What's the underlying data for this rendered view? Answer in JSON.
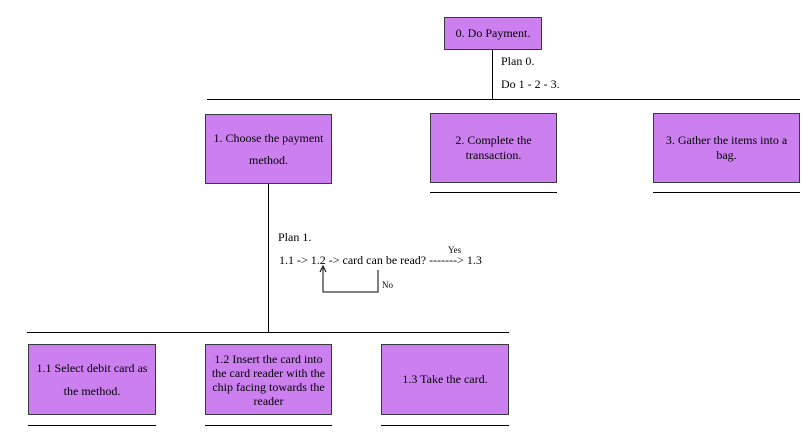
{
  "colors": {
    "box_fill": "#cc80f0",
    "box_border": "#36393d",
    "line": "#000000"
  },
  "root": {
    "label": "0. Do Payment."
  },
  "plan0": {
    "title": "Plan 0.",
    "steps": "Do 1 - 2 - 3."
  },
  "level1": [
    {
      "label": "1. Choose the payment method."
    },
    {
      "label": "2. Complete the transaction."
    },
    {
      "label": "3. Gather the items into a bag."
    }
  ],
  "plan1": {
    "title": "Plan 1.",
    "sequence": "1.1 -> 1.2 ->  card can be read? -------> 1.3",
    "yes_label": "Yes",
    "no_label": "No"
  },
  "level2": [
    {
      "label": "1.1 Select debit card as the method."
    },
    {
      "label": "1.2 Insert the card into the card reader with the chip facing towards the reader"
    },
    {
      "label": "1.3 Take the card."
    }
  ]
}
